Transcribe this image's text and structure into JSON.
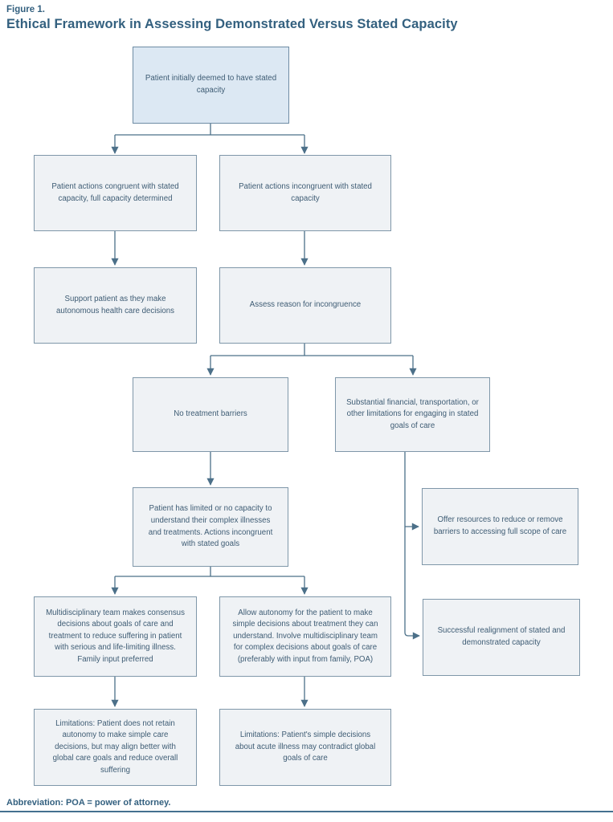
{
  "header": {
    "figure_label": "Figure 1.",
    "title": "Ethical Framework in Assessing Demonstrated Versus Stated Capacity"
  },
  "flowchart": {
    "nodes": {
      "stated_capacity": {
        "text": "Patient initially deemed to have stated capacity"
      },
      "congruent": {
        "text": "Patient actions congruent with stated capacity, full capacity determined"
      },
      "incongruent": {
        "text": "Patient actions incongruent with stated capacity"
      },
      "support": {
        "text": "Support patient as they make autonomous health care decisions"
      },
      "assess": {
        "text": "Assess reason for incongruence"
      },
      "no_barriers": {
        "text": "No treatment barriers"
      },
      "substantial_limitations": {
        "text": "Substantial financial, transportation, or other limitations for engaging in stated goals of care"
      },
      "limited_capacity": {
        "text": "Patient has limited or no capacity to understand their complex illnesses and treatments. Actions incongruent with stated goals"
      },
      "offer_resources": {
        "text": "Offer resources to reduce or remove barriers to accessing full scope of care"
      },
      "team_consensus": {
        "text": "Multidisciplinary team makes consensus decisions about goals of care and treatment to reduce suffering in patient with serious and life-limiting illness. Family input preferred"
      },
      "allow_autonomy": {
        "text": "Allow autonomy for the patient to make simple decisions about treatment they can understand. Involve multidisciplinary team for complex decisions about goals of care (preferably with input from family, POA)"
      },
      "realignment": {
        "text": "Successful realignment of stated and demonstrated capacity"
      },
      "limitations_consensus": {
        "text": "Limitations: Patient does not retain autonomy to make simple care decisions, but may align better with global care goals and reduce overall suffering"
      },
      "limitations_autonomy": {
        "text": "Limitations: Patient's simple decisions about acute illness may contradict global goals of care"
      }
    }
  },
  "footer": {
    "note": "Abbreviation: POA = power of attorney."
  },
  "colors": {
    "title_text": "#33607f",
    "box_text": "#3e5c74",
    "start_box_fill": "#dce8f3",
    "box_fill": "#eff2f5",
    "box_border": "#7f97a9",
    "connector": "#4c7089",
    "footer_rule": "#44708f"
  }
}
